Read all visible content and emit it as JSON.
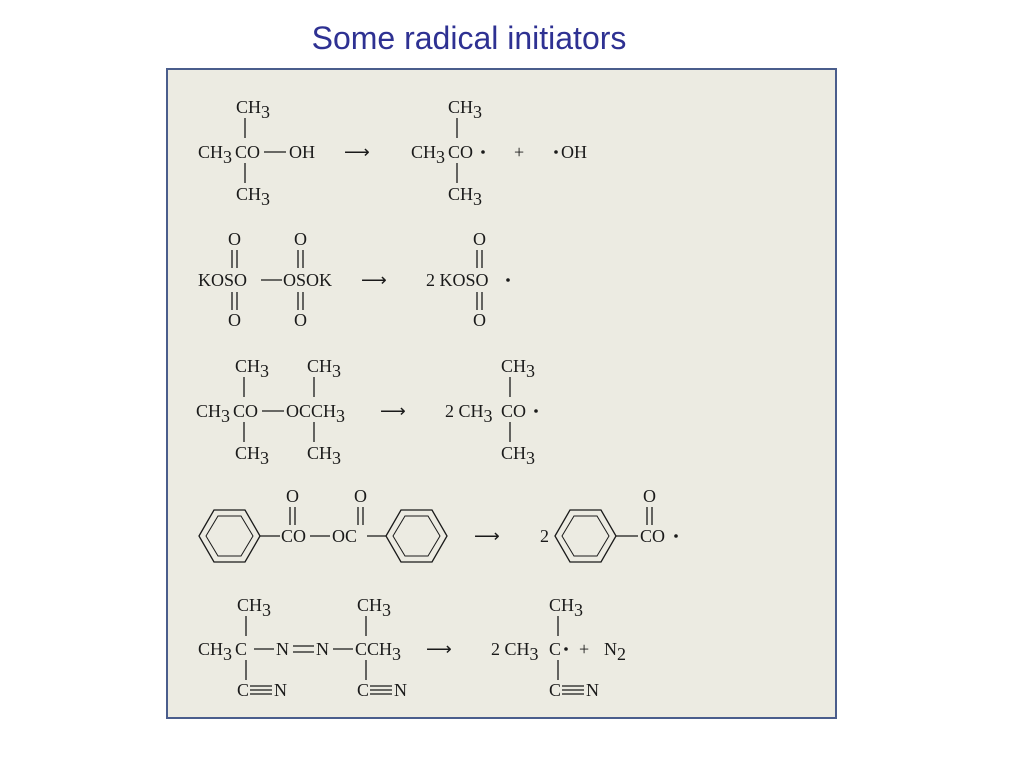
{
  "title": "Some radical initiators",
  "labels": {
    "ch3": "CH",
    "three": "3",
    "two": "2",
    "arrow": "⟶",
    "plus": "+",
    "r1_oh": "O—OH",
    "r1_c": "CH",
    "r1_co": "CO",
    "r1_prod": "CH",
    "r1_prod_co": "CO",
    "r1_oh_rad": "OH",
    "o": "O",
    "r2_left": "KOSO—OSOK",
    "r2_prod": "2 KOSO",
    "r3_left": "CH",
    "r3_mid": "CO—OCCH",
    "r3_prod": "2 CH",
    "r3_prod_co": "CO",
    "r4_center": "CO—OC",
    "r4_coef": "2",
    "r4_prod_co": "CO",
    "r5_left": "CH",
    "r5_c": "C —N",
    "r5_eq": "N—CCH",
    "cn": "C",
    "n": "N",
    "r5_prod": "2 CH",
    "r5_prod_c": "C",
    "r5_n2": "N"
  },
  "colors": {
    "title": "#2e3192",
    "panel_bg": "#ecebe2",
    "panel_border": "#4a5d8c"
  }
}
